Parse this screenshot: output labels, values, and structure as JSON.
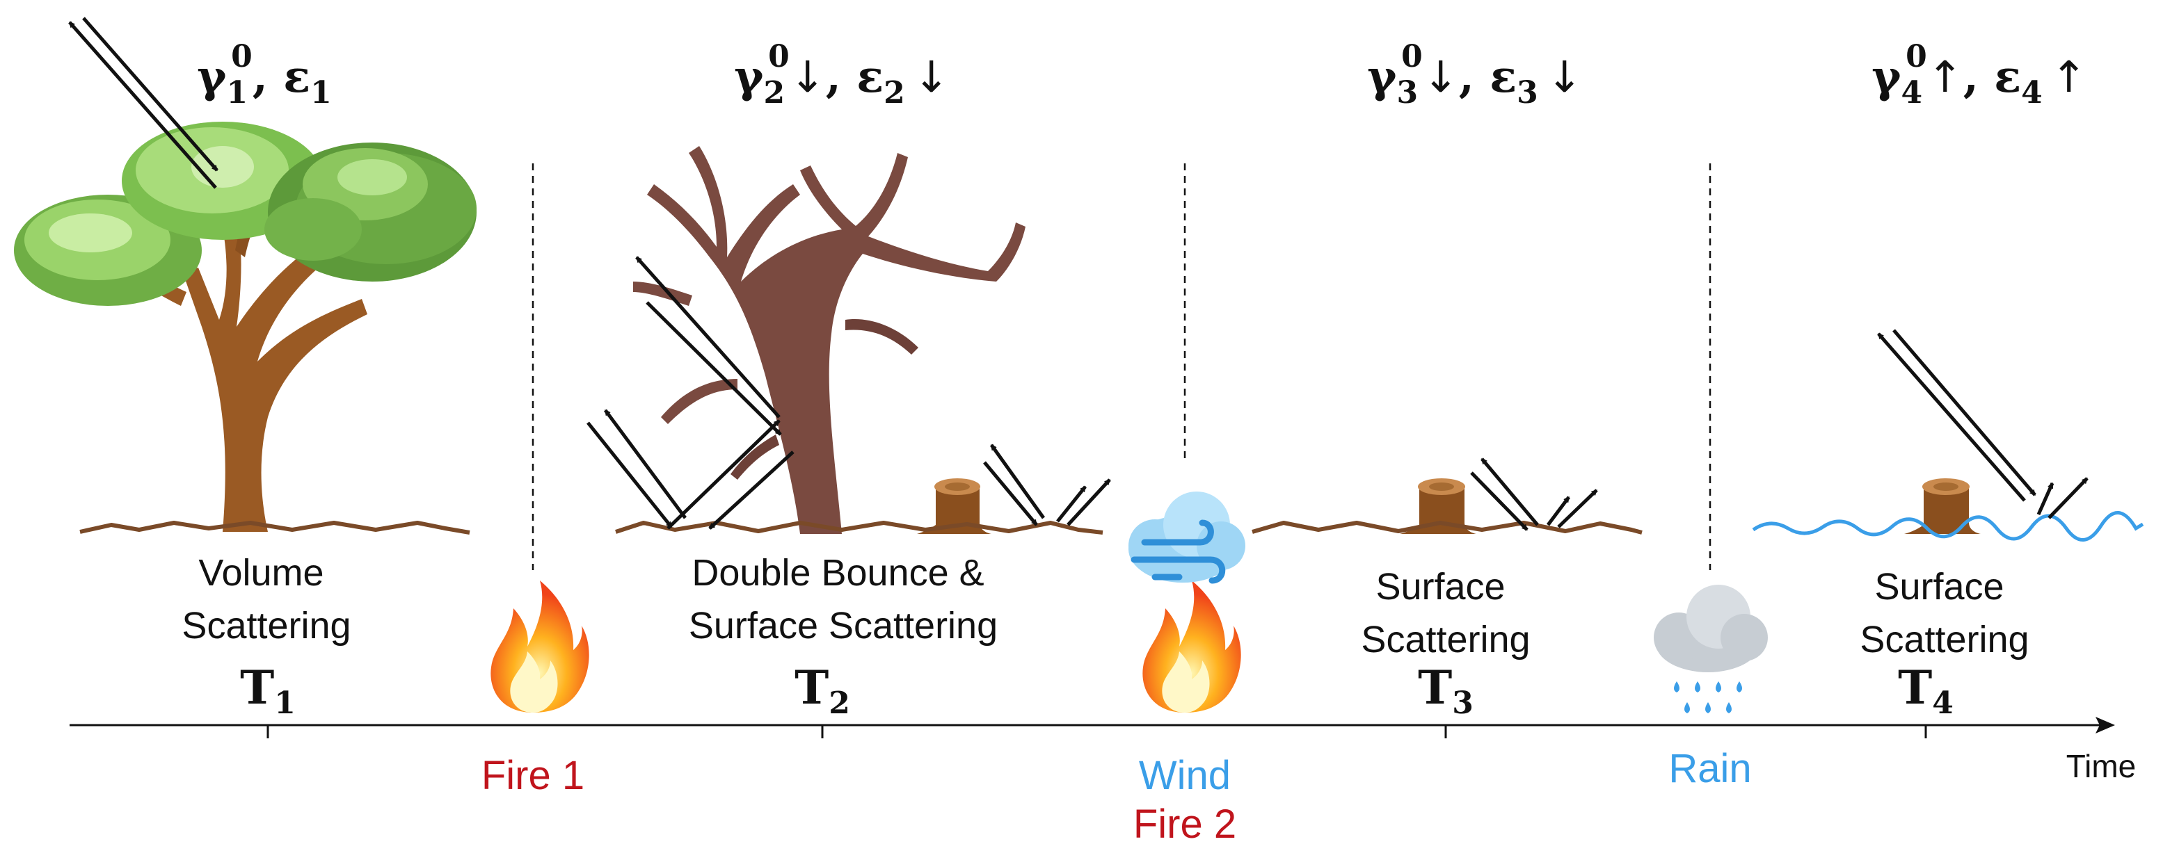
{
  "stages": [
    {
      "id": "t1",
      "symbol_base": "γ",
      "symbol_sub": "1",
      "symbol_sup": "0",
      "eps_sub": "1",
      "gamma_dir": "",
      "eps_dir": "",
      "caption_lines": [
        "Volume",
        "Scattering"
      ],
      "time_base": "T",
      "time_sub": "1"
    },
    {
      "id": "t2",
      "symbol_base": "γ",
      "symbol_sub": "2",
      "symbol_sup": "0",
      "eps_sub": "2",
      "gamma_dir": "↓",
      "eps_dir": "↓",
      "caption_lines": [
        "Double Bounce &",
        "Surface Scattering"
      ],
      "time_base": "T",
      "time_sub": "2"
    },
    {
      "id": "t3",
      "symbol_base": "γ",
      "symbol_sub": "3",
      "symbol_sup": "0",
      "eps_sub": "3",
      "gamma_dir": "↓",
      "eps_dir": "↓",
      "caption_lines": [
        "Surface",
        "Scattering"
      ],
      "time_base": "T",
      "time_sub": "3"
    },
    {
      "id": "t4",
      "symbol_base": "γ",
      "symbol_sub": "4",
      "symbol_sup": "0",
      "eps_sub": "4",
      "gamma_dir": "↑",
      "eps_dir": "↑",
      "caption_lines": [
        "Surface",
        "Scattering"
      ],
      "time_base": "T",
      "time_sub": "4"
    }
  ],
  "epsilon_symbol": "ε",
  "events": {
    "fire1": "Fire 1",
    "wind": "Wind",
    "fire2": "Fire 2",
    "rain": "Rain"
  },
  "axis_label": "Time",
  "colors": {
    "fire_text": "#c0141c",
    "weather_text": "#3a9ee8",
    "ground": "#7a4a28",
    "water": "#3a9ee8",
    "foliage_dark": "#5d9a3a",
    "foliage_light": "#9ad36a",
    "trunk": "#9a5a24",
    "dead_trunk": "#7a4a40"
  },
  "icons": [
    "fire-icon",
    "wind-cloud-icon",
    "rain-cloud-icon",
    "tree-icon",
    "dead-tree-icon",
    "stump-icon"
  ]
}
